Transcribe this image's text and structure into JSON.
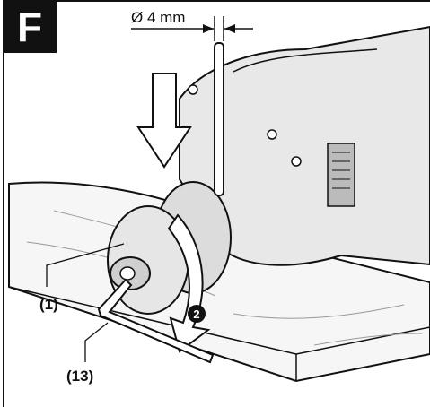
{
  "figure": {
    "badge": "F",
    "dimension_label": "Ø 4 mm",
    "callouts": {
      "part_1": "(1)",
      "part_13": "(13)"
    },
    "step_marker": "2"
  },
  "colors": {
    "ink": "#111111",
    "badge_bg": "#111111",
    "badge_text": "#ffffff",
    "shade": "#d9d9d9"
  }
}
